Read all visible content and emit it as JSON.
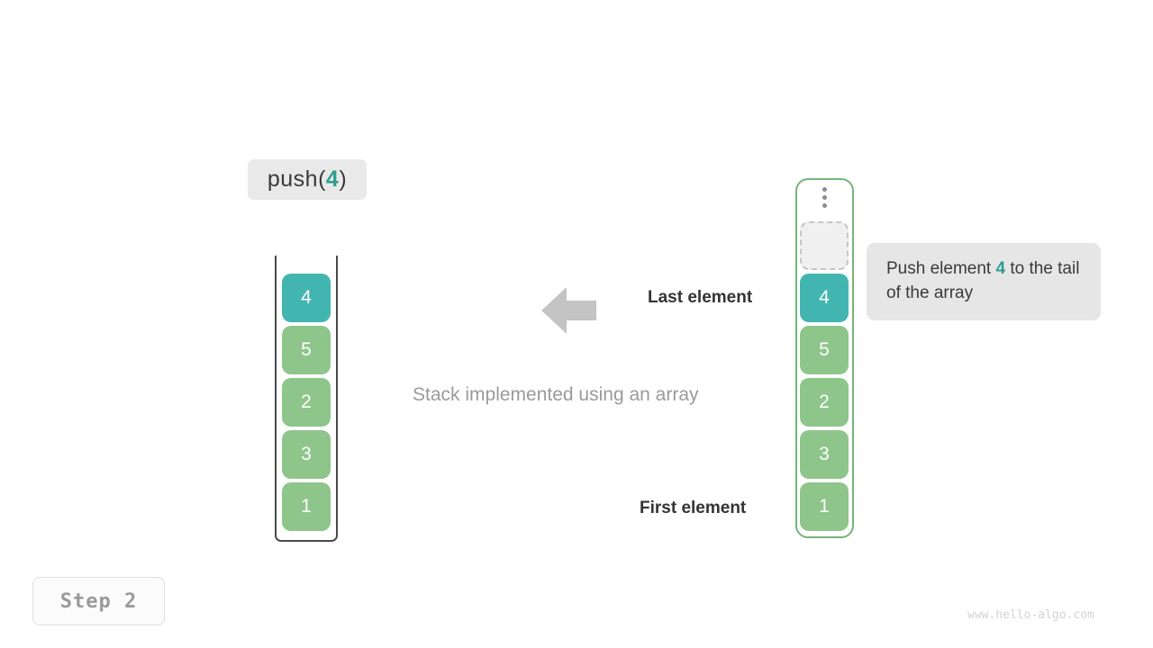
{
  "operation": {
    "prefix": "push(",
    "value": "4",
    "suffix": ")"
  },
  "stack_panel": {
    "name": "stack-implemented-using-an-array",
    "caption": "Stack implemented using an array",
    "cells": [
      {
        "value": "4",
        "style": "teal"
      },
      {
        "value": "5",
        "style": "green"
      },
      {
        "value": "2",
        "style": "green"
      },
      {
        "value": "3",
        "style": "green"
      },
      {
        "value": "1",
        "style": "green"
      }
    ]
  },
  "annotations": {
    "last_element": "Last element",
    "first_element": "First element",
    "arrow_direction": "left"
  },
  "array_panel": {
    "overflow_indicator": "vertical-ellipsis",
    "empty_slot_label": "",
    "cells": [
      {
        "value": "4",
        "style": "teal"
      },
      {
        "value": "5",
        "style": "green"
      },
      {
        "value": "2",
        "style": "green"
      },
      {
        "value": "3",
        "style": "green"
      },
      {
        "value": "1",
        "style": "green"
      }
    ]
  },
  "tooltip": {
    "line1_before": "Push element ",
    "accent": "4",
    "line1_after": " to",
    "line2": "the tail of the array"
  },
  "step": {
    "label": "Step 2"
  },
  "watermark": {
    "text": "www.hello-algo.com"
  },
  "colors": {
    "teal": "#43b5b0",
    "green": "#8ec58b",
    "accent_text": "#2e9e8f",
    "array_border": "#76b47a",
    "stack_border": "#4a4a4a",
    "chip_bg": "#e9e9e9",
    "tooltip_bg": "#e6e6e6",
    "caption_text": "#9a9a9a",
    "arrow": "#c4c4c4"
  }
}
